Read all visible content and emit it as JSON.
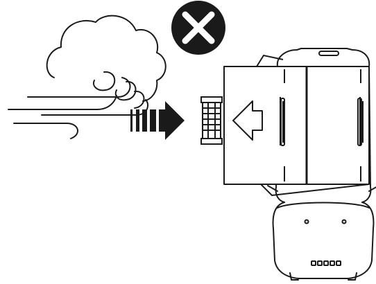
{
  "illustration": {
    "status": "prohibited",
    "subject": "rooftop-tent-open-on-vehicle",
    "hazard": "strong-wind",
    "icons": [
      "wind-cloud-icon",
      "wind-direction-arrow-icon",
      "prohibited-x-icon",
      "ladder-icon",
      "tent-entry-arrow-icon",
      "vehicle-top-view-icon"
    ],
    "colors": {
      "line": "#1a1a1a",
      "background": "#ffffff",
      "symbol_fill": "#1a1a1a",
      "symbol_mark": "#ffffff"
    }
  }
}
